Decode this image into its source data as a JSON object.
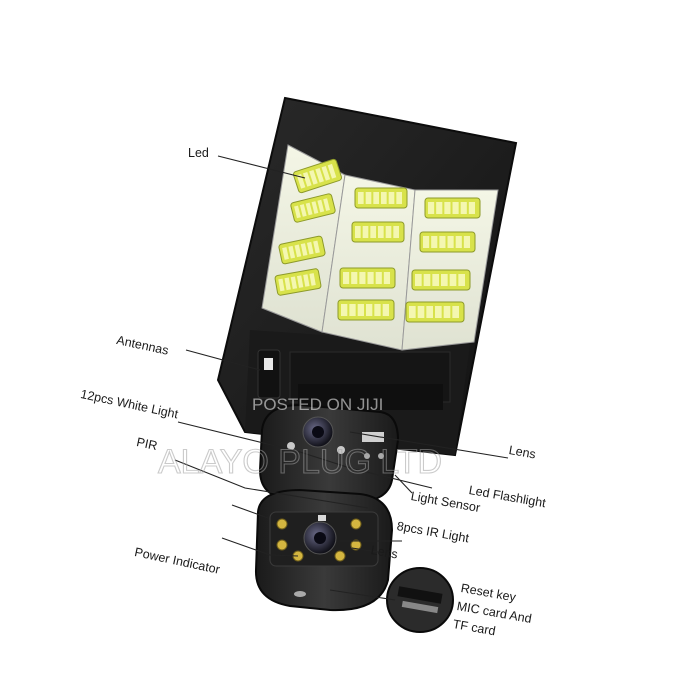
{
  "labels": {
    "led": "Led",
    "antennas": "Antennas",
    "white_light": "12pcs White Light",
    "pir": "PIR",
    "lens_top": "Lens",
    "led_flashlight": "Led Flashlight",
    "light_sensor": "Light Sensor",
    "ir_light": "8pcs IR Light",
    "lens_bottom": "Lens",
    "power_indicator": "Power Indicator",
    "reset_key": "Reset key",
    "mic_card": "MIC card And",
    "tf_card": "TF card"
  },
  "watermark": {
    "line1": "POSTED ON JIJI",
    "line2": "ALAYO PLUG LTD"
  },
  "colors": {
    "housing": "#1c1c1c",
    "led_face": "#e9ecd0",
    "led_chip": "#d8e24a",
    "camera_body": "#222222"
  }
}
